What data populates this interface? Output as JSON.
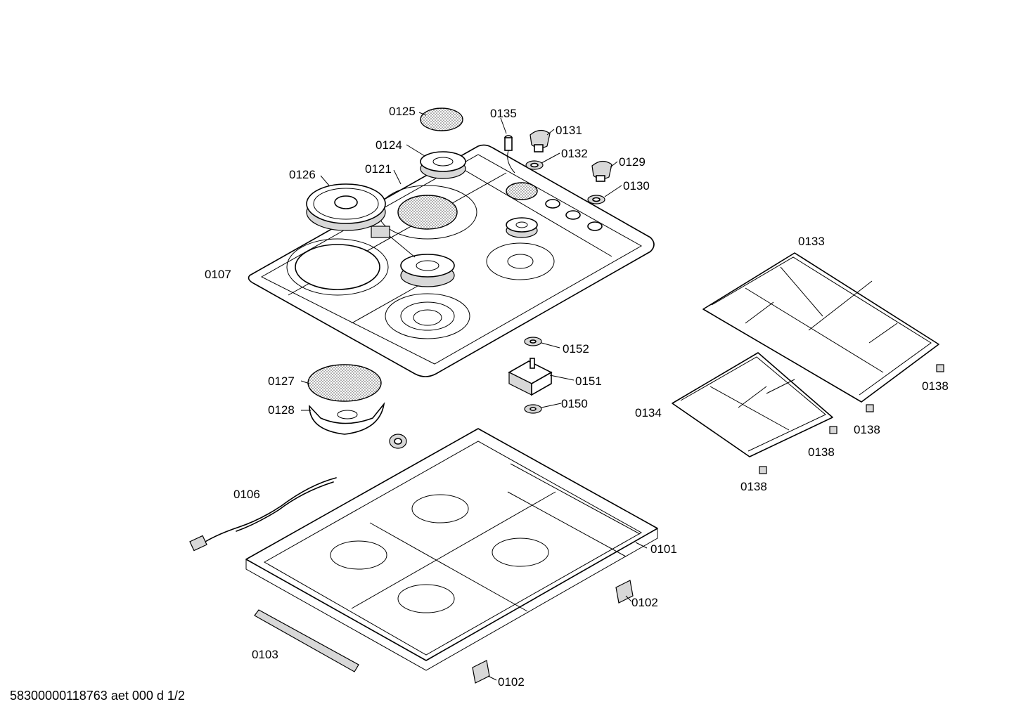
{
  "labels": {
    "p0125": "0125",
    "p0135": "0135",
    "p0131": "0131",
    "p0124": "0124",
    "p0132": "0132",
    "p0129": "0129",
    "p0126": "0126",
    "p0121": "0121",
    "p0130": "0130",
    "p0107": "0107",
    "p0133": "0133",
    "p0152": "0152",
    "p0127": "0127",
    "p0151": "0151",
    "p0138a": "0138",
    "p0150": "0150",
    "p0128": "0128",
    "p0134": "0134",
    "p0138b": "0138",
    "p0138c": "0138",
    "p0106": "0106",
    "p0138d": "0138",
    "p0101": "0101",
    "p0102a": "0102",
    "p0103": "0103",
    "p0102b": "0102"
  },
  "footer": {
    "doc_id": "58300000118763 aet 000 d 1/2"
  }
}
